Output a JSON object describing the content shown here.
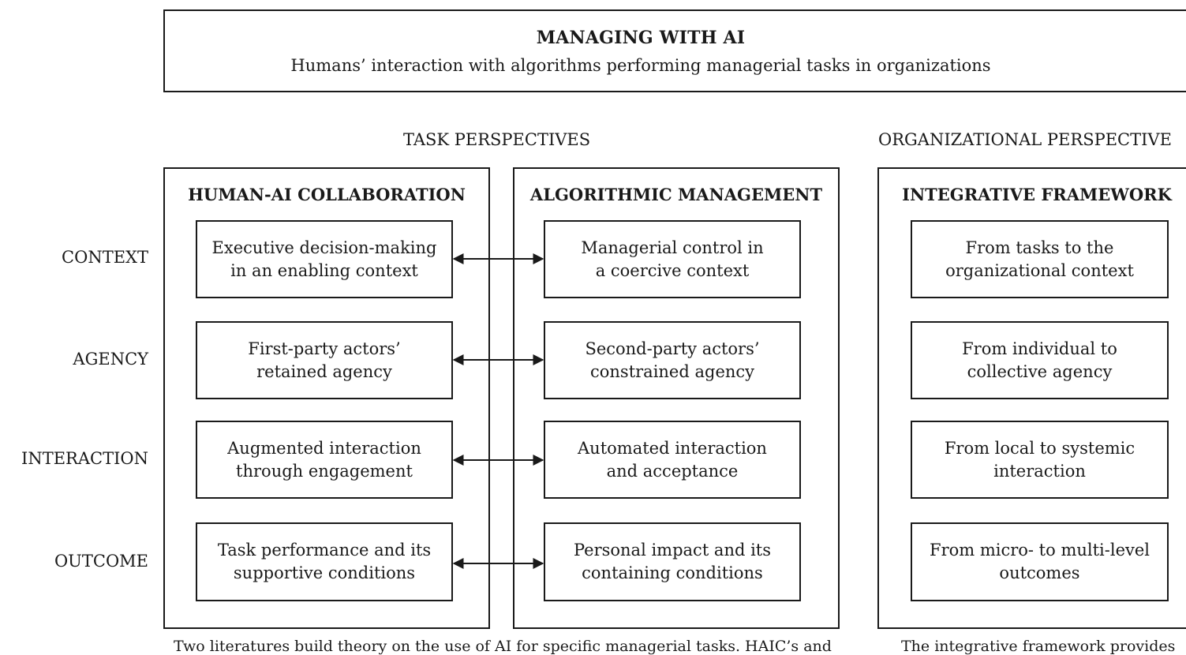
{
  "header": {
    "title": "MANAGING WITH AI",
    "subtitle": "Humans’ interaction with algorithms performing managerial tasks in organizations"
  },
  "sections": {
    "task": "TASK PERSPECTIVES",
    "organizational": "ORGANIZATIONAL PERSPECTIVE"
  },
  "columns": {
    "haic": "HUMAN-AI COLLABORATION",
    "am": "ALGORITHMIC MANAGEMENT",
    "integrative": "INTEGRATIVE FRAMEWORK"
  },
  "rows": [
    "CONTEXT",
    "AGENCY",
    "INTERACTION",
    "OUTCOME"
  ],
  "cells": {
    "haic": [
      [
        "Executive decision-making",
        "in an enabling context"
      ],
      [
        "First-party actors’",
        "retained agency"
      ],
      [
        "Augmented interaction",
        "through engagement"
      ],
      [
        "Task performance and its",
        "supportive conditions"
      ]
    ],
    "am": [
      [
        "Managerial control in",
        "a coercive context"
      ],
      [
        "Second-party actors’",
        "constrained agency"
      ],
      [
        "Automated interaction",
        "and acceptance"
      ],
      [
        "Personal impact and its",
        "containing conditions"
      ]
    ],
    "integrative": [
      [
        "From tasks to the",
        "organizational context"
      ],
      [
        "From individual to",
        "collective agency"
      ],
      [
        "From local to systemic",
        "interaction"
      ],
      [
        "From micro- to multi-level",
        "outcomes"
      ]
    ]
  },
  "captions": {
    "left": "Two literatures build theory on the use of AI for specific managerial tasks. HAIC’s and",
    "right": "The integrative framework provides"
  }
}
